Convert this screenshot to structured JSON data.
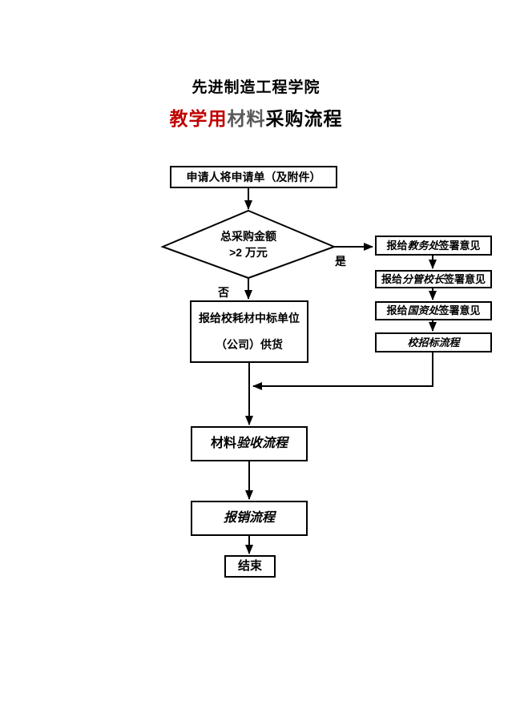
{
  "page": {
    "title": "先进制造工程学院",
    "subtitle": {
      "part_red": "教学用",
      "part_gray": "材料",
      "part_black": "采购流程"
    },
    "colors": {
      "accent_red": "#c00000",
      "gray_text": "#595959",
      "line": "#000000",
      "background": "#ffffff"
    }
  },
  "flowchart": {
    "start": "申请人将申请单（及附件）",
    "decision": {
      "line1": "总采购金额",
      "line2": ">2 万元"
    },
    "labels": {
      "yes": "是",
      "no": "否"
    },
    "right_branch": [
      {
        "prefix": "报给",
        "emphasis": "教务处",
        "suffix": "签署意见"
      },
      {
        "prefix": "报给",
        "emphasis": "分管校长",
        "suffix": "签署意见"
      },
      {
        "prefix": "报给",
        "emphasis": "国资处",
        "suffix": "签署意见"
      },
      {
        "prefix": "",
        "emphasis": "校招标流程",
        "suffix": ""
      }
    ],
    "no_branch": {
      "line1": "报给校耗材中标单位",
      "line2": "（公司）供货"
    },
    "acceptance": {
      "prefix": "材料",
      "emphasis": "验收流程"
    },
    "reimbursement": "报销流程",
    "end": "结束"
  }
}
